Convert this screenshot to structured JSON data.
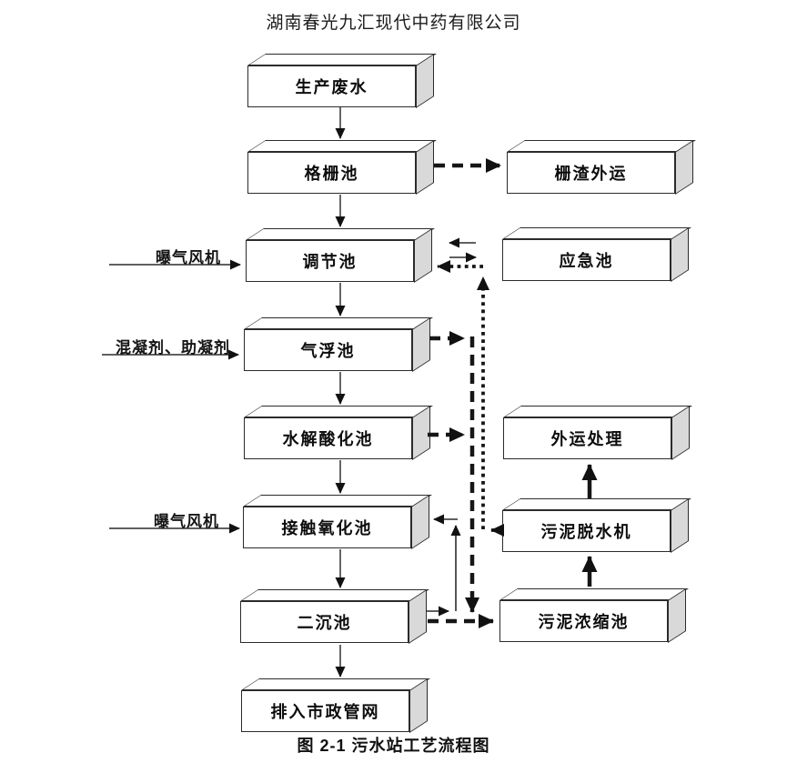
{
  "page": {
    "title": "湖南春光九汇现代中药有限公司",
    "caption": "图 2-1 污水站工艺流程图"
  },
  "colors": {
    "line": "#2b2b2b",
    "arrowhead": "#111111",
    "box_fill": "#ffffff",
    "box_side_fill": "#d9d9d9",
    "background": "#ffffff"
  },
  "boxes": [
    {
      "id": "production-wastewater",
      "label": "生产废水"
    },
    {
      "id": "grid-pool",
      "label": "格栅池"
    },
    {
      "id": "regulating-pool",
      "label": "调节池"
    },
    {
      "id": "air-flotation-pool",
      "label": "气浮池"
    },
    {
      "id": "hydrolysis-acidification-pool",
      "label": "水解酸化池"
    },
    {
      "id": "contact-oxidation-pool",
      "label": "接触氧化池"
    },
    {
      "id": "secondary-sedimentation-pool",
      "label": "二沉池"
    },
    {
      "id": "municipal-network-discharge",
      "label": "排入市政管网"
    },
    {
      "id": "grid-residue-transport",
      "label": "栅渣外运"
    },
    {
      "id": "emergency-pool",
      "label": "应急池"
    },
    {
      "id": "offsite-treatment",
      "label": "外运处理"
    },
    {
      "id": "sludge-dewatering-machine",
      "label": "污泥脱水机"
    },
    {
      "id": "sludge-thickening-pool",
      "label": "污泥浓缩池"
    }
  ],
  "inputs": {
    "aeration_fan_top": "曝气风机",
    "coagulant": "混凝剂、助凝剂",
    "aeration_fan_bottom": "曝气风机"
  }
}
